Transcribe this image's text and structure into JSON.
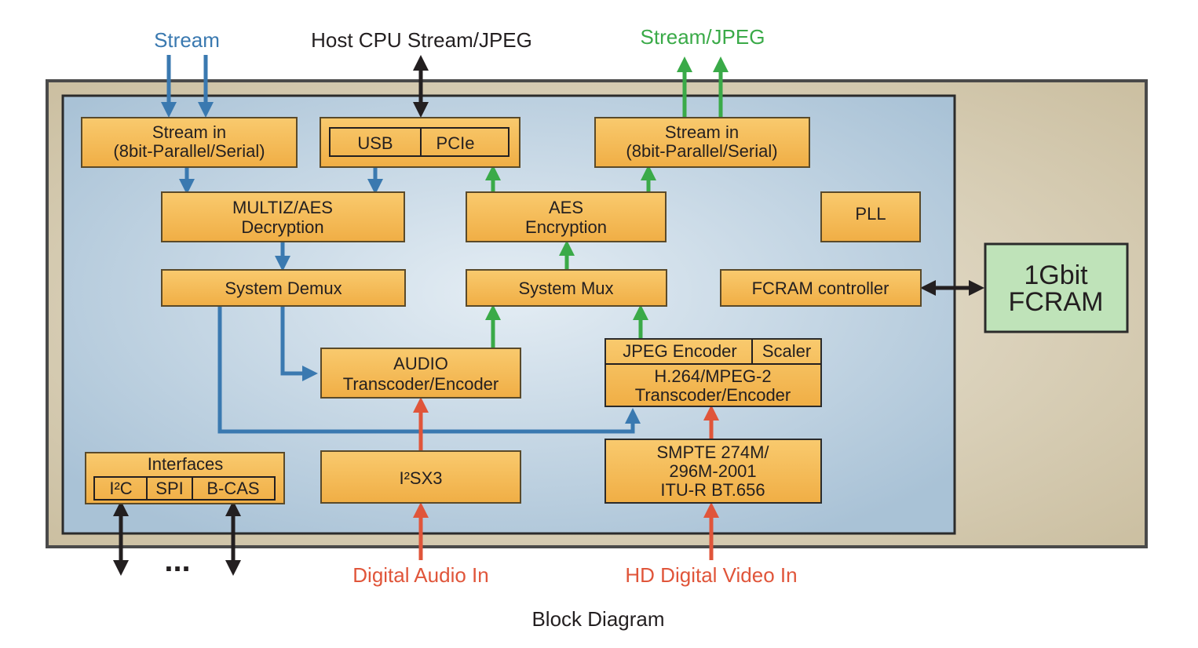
{
  "labels": {
    "stream_in_top": "Stream",
    "host_cpu": "Host CPU Stream/JPEG",
    "stream_jpeg_out": "Stream/JPEG",
    "digital_audio_in": "Digital Audio In",
    "hd_video_in": "HD Digital Video In",
    "ellipsis": "...",
    "caption": "Block Diagram"
  },
  "blocks": {
    "stream_in_left": {
      "line1": "Stream in",
      "line2": "(8bit-Parallel/Serial)"
    },
    "usb": "USB",
    "pcie": "PCIe",
    "stream_in_right": {
      "line1": "Stream in",
      "line2": "(8bit-Parallel/Serial)"
    },
    "multiz": {
      "line1": "MULTIZ/AES",
      "line2": "Decryption"
    },
    "aes_enc": {
      "line1": "AES",
      "line2": "Encryption"
    },
    "pll": "PLL",
    "sys_demux": "System Demux",
    "sys_mux": "System Mux",
    "fcram_ctrl": "FCRAM controller",
    "fcram": {
      "line1": "1Gbit",
      "line2": "FCRAM"
    },
    "audio": {
      "line1": "AUDIO",
      "line2": "Transcoder/Encoder"
    },
    "jpeg_enc": "JPEG Encoder",
    "scaler": "Scaler",
    "h264": {
      "line1": "H.264/MPEG-2",
      "line2": "Transcoder/Encoder"
    },
    "interfaces": {
      "title": "Interfaces",
      "i2c": "I²C",
      "spi": "SPI",
      "bcas": "B-CAS"
    },
    "i2s": "I²SX3",
    "smpte": {
      "line1": "SMPTE 274M/",
      "line2": "296M-2001",
      "line3": "ITU-R BT.656"
    }
  },
  "colors": {
    "block_fill": "#f6bd5a",
    "fcram_fill": "#bfe3b9",
    "arrow_blue": "#3a79b0",
    "arrow_green": "#3aaa48",
    "arrow_red": "#e0553a",
    "arrow_black": "#231f20",
    "outer_fill": "#d8cfb8",
    "inner_fill": "#cfdbe6"
  }
}
